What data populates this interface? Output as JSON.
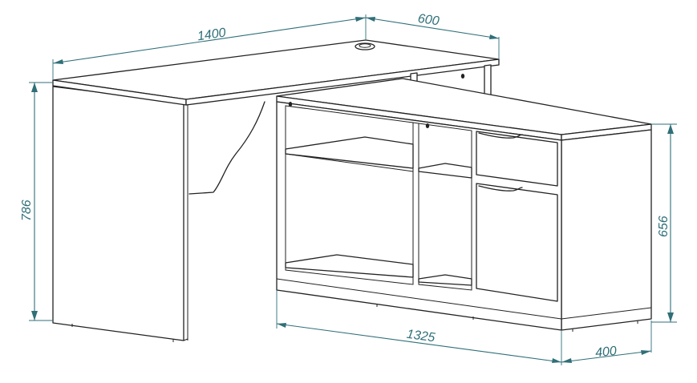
{
  "figure": {
    "subject": "L-shaped corner desk with shelving unit",
    "line_color": "#222222",
    "dimension_color": "#2f6f78",
    "dimensions": {
      "top_length": "1400",
      "top_depth": "600",
      "desk_height": "786",
      "cabinet_height": "656",
      "cabinet_length": "1325",
      "cabinet_depth": "400"
    }
  }
}
